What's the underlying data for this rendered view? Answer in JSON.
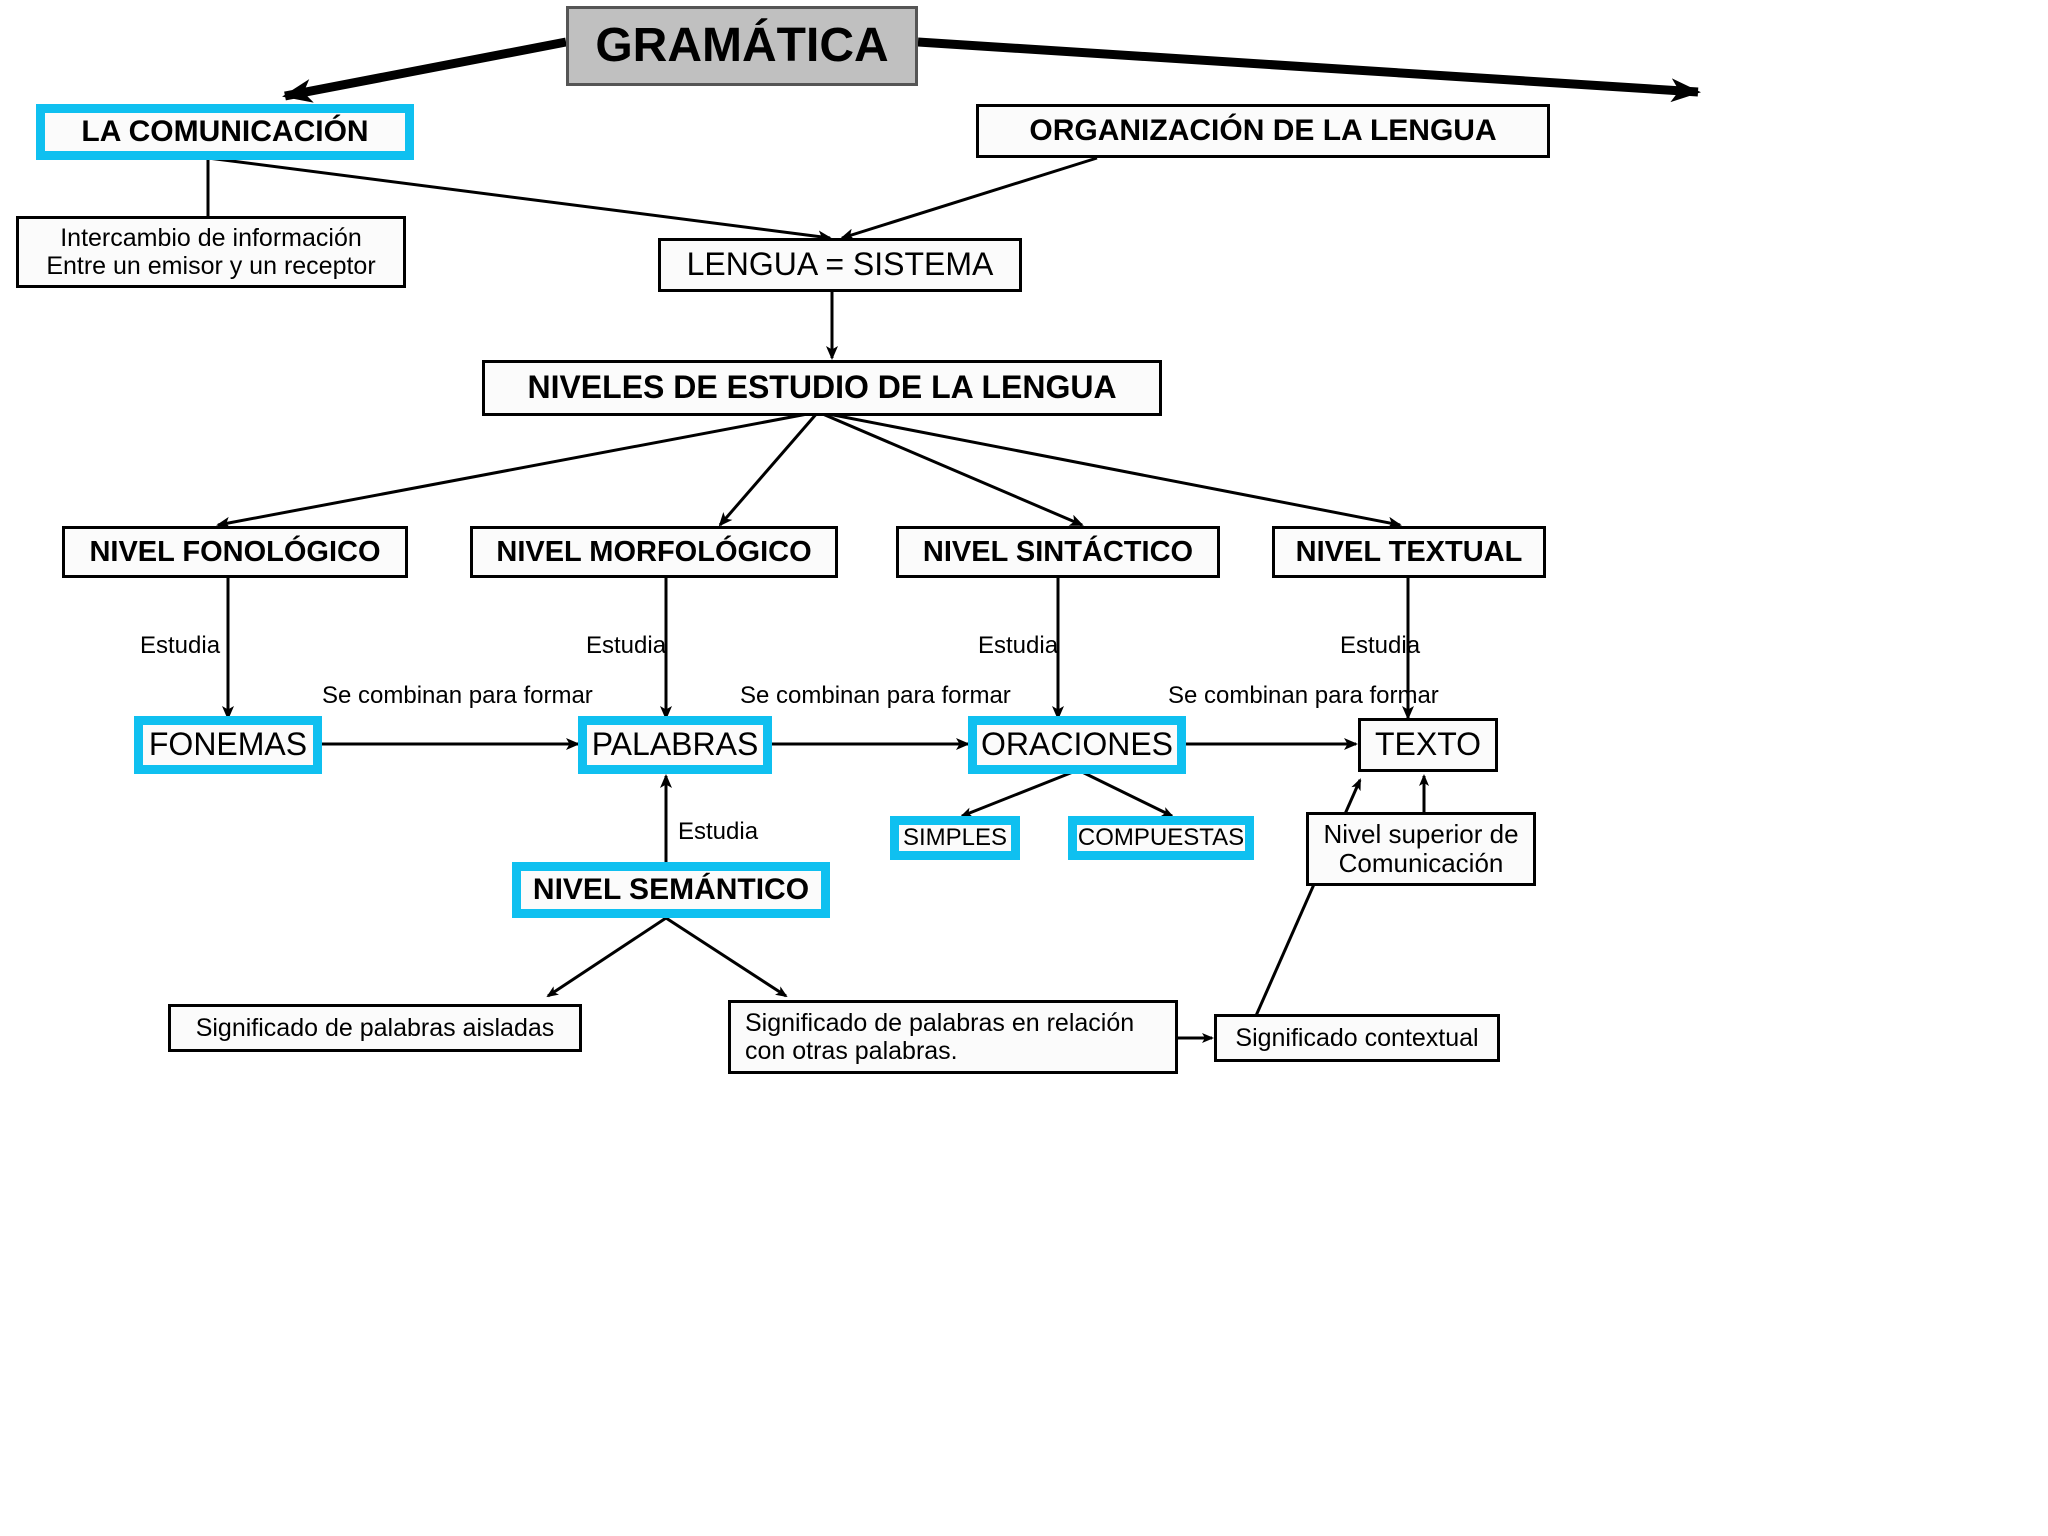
{
  "title": "GRAMÁTICA concept map",
  "colors": {
    "cyan_border": "#0fc0f0",
    "gray_fill": "#c0c0c0",
    "black": "#000000",
    "background": "#ffffff"
  },
  "nodes": {
    "gramatica": {
      "label": "GRAMÁTICA"
    },
    "comunicacion": {
      "label": "LA COMUNICACIÓN"
    },
    "organizacion": {
      "label": "ORGANIZACIÓN DE LA LENGUA"
    },
    "intercambio": {
      "label": "Intercambio de información\nEntre un emisor y un receptor"
    },
    "lengua_sistema": {
      "label": "LENGUA = SISTEMA"
    },
    "niveles": {
      "label": "NIVELES DE ESTUDIO DE LA LENGUA"
    },
    "nivel_fonologico": {
      "label": "NIVEL FONOLÓGICO"
    },
    "nivel_morfologico": {
      "label": "NIVEL MORFOLÓGICO"
    },
    "nivel_sintactico": {
      "label": "NIVEL SINTÁCTICO"
    },
    "nivel_textual": {
      "label": "NIVEL TEXTUAL"
    },
    "fonemas": {
      "label": "FONEMAS"
    },
    "palabras": {
      "label": "PALABRAS"
    },
    "oraciones": {
      "label": "ORACIONES"
    },
    "texto": {
      "label": "TEXTO"
    },
    "simples": {
      "label": "SIMPLES"
    },
    "compuestas": {
      "label": "COMPUESTAS"
    },
    "nivel_superior": {
      "label": "Nivel superior de\nComunicación"
    },
    "nivel_semantico": {
      "label": "NIVEL SEMÁNTICO"
    },
    "sig_aisladas": {
      "label": "Significado de palabras aisladas"
    },
    "sig_relacion": {
      "label": "Significado de palabras en relación\ncon otras palabras."
    },
    "sig_contextual": {
      "label": "Significado contextual"
    }
  },
  "edge_labels": {
    "estudia_1": "Estudia",
    "estudia_2": "Estudia",
    "estudia_3": "Estudia",
    "estudia_4": "Estudia",
    "estudia_5": "Estudia",
    "combinan_1": "Se combinan para formar",
    "combinan_2": "Se combinan para formar",
    "combinan_3": "Se combinan para formar"
  }
}
